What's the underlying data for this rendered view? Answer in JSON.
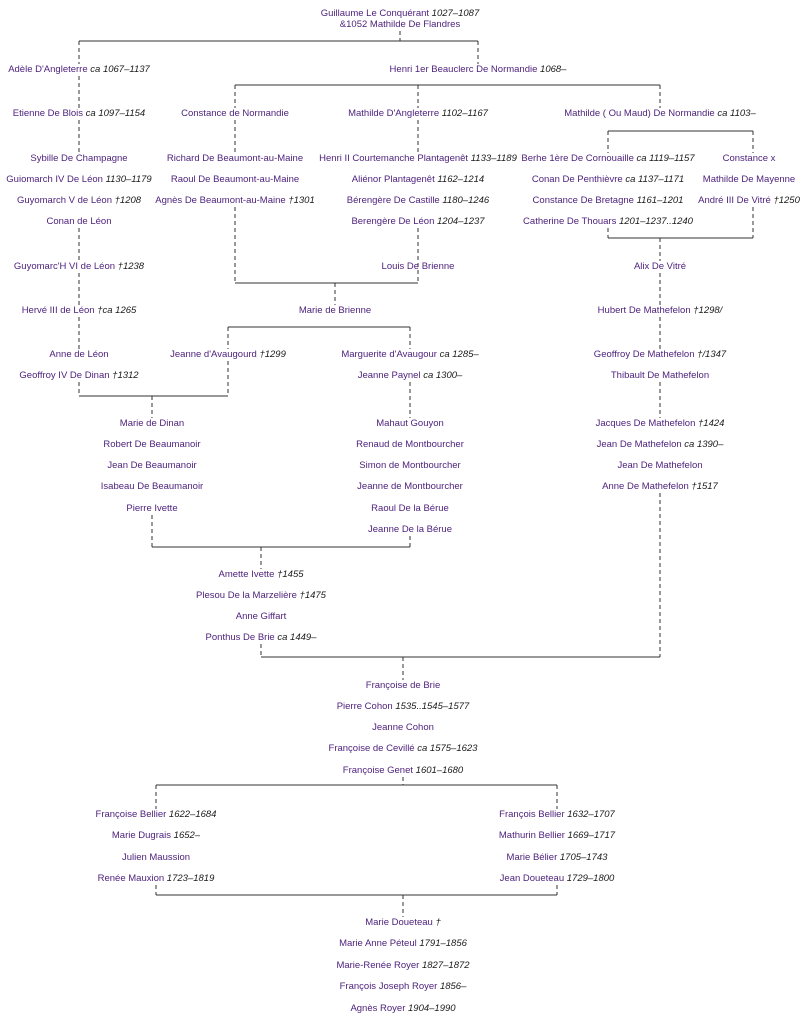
{
  "colors": {
    "name": "#4b1f7a",
    "date": "#1a1a1a",
    "line": "#333333"
  },
  "people": [
    {
      "id": "p1",
      "name": "Guillaume Le Conquérant",
      "dates": "1027–1087"
    },
    {
      "id": "p2",
      "name": "&1052 Mathilde De Flandres",
      "dates": ""
    },
    {
      "id": "p3",
      "name": "Adèle D'Angleterre",
      "dates": "ca 1067–1137"
    },
    {
      "id": "p4",
      "name": "Henri 1er Beauclerc De Normandie",
      "dates": "1068–"
    },
    {
      "id": "p5",
      "name": "Etienne De Blois",
      "dates": "ca 1097–1154"
    },
    {
      "id": "p6",
      "name": "Constance de Normandie",
      "dates": ""
    },
    {
      "id": "p7",
      "name": "Mathilde D'Angleterre",
      "dates": "1102–1167"
    },
    {
      "id": "p8",
      "name": "Mathilde ( Ou Maud) De Normandie",
      "dates": "ca 1103–"
    },
    {
      "id": "p9",
      "name": "Sybille De Champagne",
      "dates": ""
    },
    {
      "id": "p10",
      "name": "Richard De Beaumont-au-Maine",
      "dates": ""
    },
    {
      "id": "p11",
      "name": "Henri II Courtemanche Plantagenêt",
      "dates": "1133–1189"
    },
    {
      "id": "p12",
      "name": "Berhe 1ère De Cornouaille",
      "dates": "ca 1119–1157"
    },
    {
      "id": "p13",
      "name": "Constance x",
      "dates": ""
    },
    {
      "id": "p14",
      "name": "Guiomarch IV De Léon",
      "dates": "1130–1179"
    },
    {
      "id": "p15",
      "name": "Raoul De Beaumont-au-Maine",
      "dates": ""
    },
    {
      "id": "p16",
      "name": "Aliénor Plantagenêt",
      "dates": "1162–1214"
    },
    {
      "id": "p17",
      "name": "Conan De Penthièvre",
      "dates": "ca 1137–1171"
    },
    {
      "id": "p18",
      "name": "Mathilde De Mayenne",
      "dates": ""
    },
    {
      "id": "p19",
      "name": "Guyomarch V de Léon",
      "dates": "†1208"
    },
    {
      "id": "p20",
      "name": "Agnès De Beaumont-au-Maine",
      "dates": "†1301"
    },
    {
      "id": "p21",
      "name": "Bérengère De Castille",
      "dates": "1180–1246"
    },
    {
      "id": "p22",
      "name": "Constance De Bretagne",
      "dates": "1161–1201"
    },
    {
      "id": "p23",
      "name": "André III De Vitré",
      "dates": "†1250"
    },
    {
      "id": "p24",
      "name": "Conan de Léon",
      "dates": ""
    },
    {
      "id": "p25",
      "name": "Berengère De Léon",
      "dates": "1204–1237"
    },
    {
      "id": "p26",
      "name": "Catherine De Thouars",
      "dates": "1201–1237..1240"
    },
    {
      "id": "p27",
      "name": "Guyomarc'H VI de Léon",
      "dates": "†1238"
    },
    {
      "id": "p28",
      "name": "Louis De Brienne",
      "dates": ""
    },
    {
      "id": "p29",
      "name": "Alix De Vitré",
      "dates": ""
    },
    {
      "id": "p30",
      "name": "Hervé III de Léon",
      "dates": "†ca 1265"
    },
    {
      "id": "p31",
      "name": "Marie de Brienne",
      "dates": ""
    },
    {
      "id": "p32",
      "name": "Hubert De Mathefelon",
      "dates": "†1298/"
    },
    {
      "id": "p33",
      "name": "Anne de Léon",
      "dates": ""
    },
    {
      "id": "p34",
      "name": "Jeanne d'Avaugourd",
      "dates": "†1299"
    },
    {
      "id": "p35",
      "name": "Marguerite d'Avaugour",
      "dates": "ca 1285–"
    },
    {
      "id": "p36",
      "name": "Geoffroy De Mathefelon",
      "dates": "†/1347"
    },
    {
      "id": "p37",
      "name": "Geoffroy IV De Dinan",
      "dates": "†1312"
    },
    {
      "id": "p38",
      "name": "Jeanne Paynel",
      "dates": "ca 1300–"
    },
    {
      "id": "p39",
      "name": "Thibault De Mathefelon",
      "dates": ""
    },
    {
      "id": "p40",
      "name": "Marie de Dinan",
      "dates": ""
    },
    {
      "id": "p41",
      "name": "Mahaut Gouyon",
      "dates": ""
    },
    {
      "id": "p42",
      "name": "Jacques De Mathefelon",
      "dates": "†1424"
    },
    {
      "id": "p43",
      "name": "Robert De Beaumanoir",
      "dates": ""
    },
    {
      "id": "p44",
      "name": "Renaud de Montbourcher",
      "dates": ""
    },
    {
      "id": "p45",
      "name": "Jean De Mathefelon",
      "dates": "ca 1390–"
    },
    {
      "id": "p46",
      "name": "Jean De Beaumanoir",
      "dates": ""
    },
    {
      "id": "p47",
      "name": "Simon de Montbourcher",
      "dates": ""
    },
    {
      "id": "p48",
      "name": "Jean De Mathefelon",
      "dates": ""
    },
    {
      "id": "p49",
      "name": "Isabeau De Beaumanoir",
      "dates": ""
    },
    {
      "id": "p50",
      "name": "Jeanne de Montbourcher",
      "dates": ""
    },
    {
      "id": "p51",
      "name": "Anne De Mathefelon",
      "dates": "†1517"
    },
    {
      "id": "p52",
      "name": "Pierre Ivette",
      "dates": ""
    },
    {
      "id": "p53",
      "name": "Raoul De la Bérue",
      "dates": ""
    },
    {
      "id": "p54",
      "name": "Jeanne De la Bérue",
      "dates": ""
    },
    {
      "id": "p55",
      "name": "Amette Ivette",
      "dates": "†1455"
    },
    {
      "id": "p56",
      "name": "Plesou De la Marzelière",
      "dates": "†1475"
    },
    {
      "id": "p57",
      "name": "Anne Giffart",
      "dates": ""
    },
    {
      "id": "p58",
      "name": "Ponthus De Brie",
      "dates": "ca 1449–"
    },
    {
      "id": "p59",
      "name": "Françoise de Brie",
      "dates": ""
    },
    {
      "id": "p60",
      "name": "Pierre Cohon",
      "dates": "1535..1545–1577"
    },
    {
      "id": "p61",
      "name": "Jeanne Cohon",
      "dates": ""
    },
    {
      "id": "p62",
      "name": "Françoise de Cevillé",
      "dates": "ca 1575–1623"
    },
    {
      "id": "p63",
      "name": "Françoise Genet",
      "dates": "1601–1680"
    },
    {
      "id": "p64",
      "name": "Françoise Bellier",
      "dates": "1622–1684"
    },
    {
      "id": "p65",
      "name": "François Bellier",
      "dates": "1632–1707"
    },
    {
      "id": "p66",
      "name": "Marie Dugrais",
      "dates": "1652–"
    },
    {
      "id": "p67",
      "name": "Mathurin Bellier",
      "dates": "1669–1717"
    },
    {
      "id": "p68",
      "name": "Julien Maussion",
      "dates": ""
    },
    {
      "id": "p69",
      "name": "Marie Bélier",
      "dates": "1705–1743"
    },
    {
      "id": "p70",
      "name": "Renée Mauxion",
      "dates": "1723–1819"
    },
    {
      "id": "p71",
      "name": "Jean Doueteau",
      "dates": "1729–1800"
    },
    {
      "id": "p72",
      "name": "Marie Doueteau",
      "dates": "†"
    },
    {
      "id": "p73",
      "name": "Marie Anne Péteul",
      "dates": "1791–1856"
    },
    {
      "id": "p74",
      "name": "Marie-Renée Royer",
      "dates": "1827–1872"
    },
    {
      "id": "p75",
      "name": "François Joseph Royer",
      "dates": "1856–"
    },
    {
      "id": "p76",
      "name": "Agnès Royer",
      "dates": "1904–1990"
    }
  ]
}
